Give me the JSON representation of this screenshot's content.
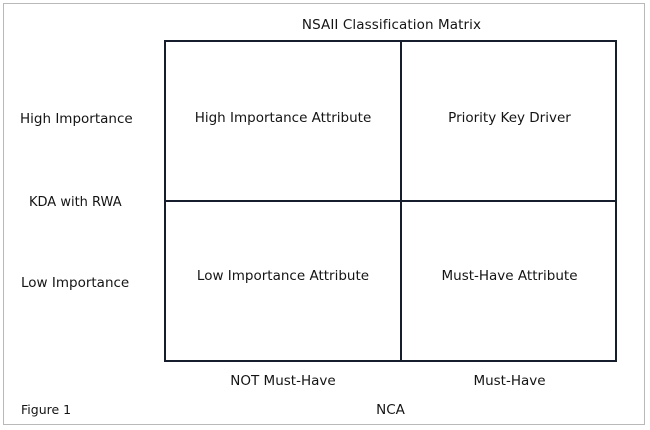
{
  "figure": {
    "caption": "Figure 1",
    "title": "NSAII Classification Matrix"
  },
  "chart_data": {
    "type": "table",
    "title": "NSAII Classification Matrix",
    "xlabel": "NCA",
    "ylabel": "KDA with RWA",
    "x_categories": [
      "NOT Must-Have",
      "Must-Have"
    ],
    "y_categories": [
      "High Importance",
      "Low Importance"
    ],
    "grid": true,
    "legend": "none",
    "cells": [
      {
        "row": "High Importance",
        "column": "NOT Must-Have",
        "label": "High Importance Attribute"
      },
      {
        "row": "High Importance",
        "column": "Must-Have",
        "label": "Priority Key Driver"
      },
      {
        "row": "Low Importance",
        "column": "NOT Must-Have",
        "label": "Low Importance Attribute"
      },
      {
        "row": "Low Importance",
        "column": "Must-Have",
        "label": "Must-Have Attribute"
      }
    ],
    "colors": {
      "matrix_border": "#161d2c",
      "frame_border": "#b9b9b9",
      "text": "#141414",
      "background": "#ffffff"
    }
  },
  "matrix": {
    "quadrants": {
      "top_left": "High Importance Attribute",
      "top_right": "Priority Key Driver",
      "bottom_left": "Low Importance Attribute",
      "bottom_right": "Must-Have Attribute"
    },
    "y_axis": {
      "title": "KDA with RWA",
      "high": "High Importance",
      "low": "Low Importance"
    },
    "x_axis": {
      "title": "NCA",
      "left": "NOT Must-Have",
      "right": "Must-Have"
    }
  }
}
